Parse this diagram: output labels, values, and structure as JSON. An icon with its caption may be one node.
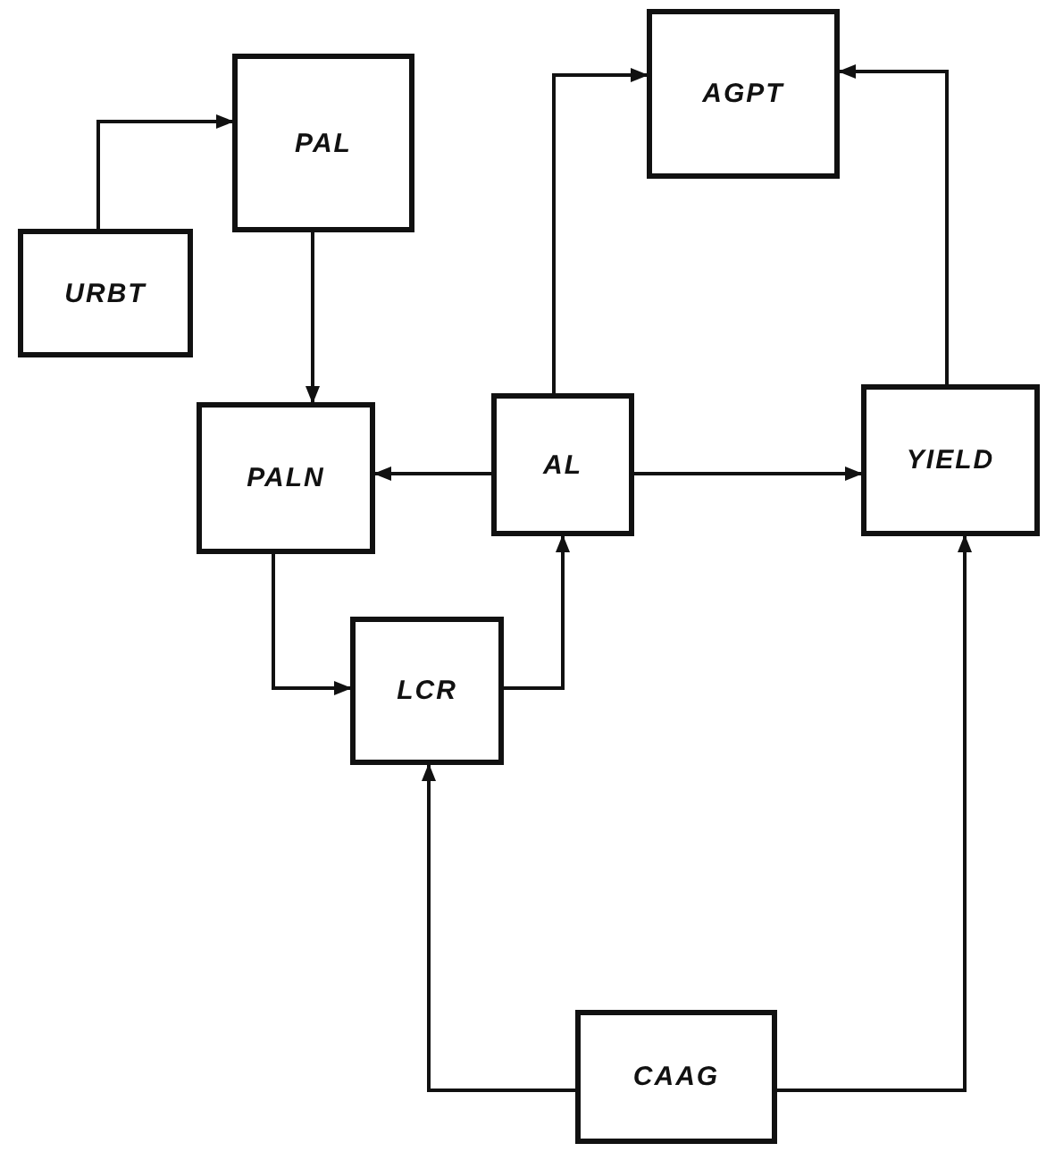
{
  "diagram": {
    "nodes": [
      {
        "text": [
          "AGPT"
        ]
      },
      {
        "text": [
          "PAL"
        ]
      },
      {
        "text": [
          "URBT"
        ]
      },
      {
        "text": [
          "PALN"
        ]
      },
      {
        "text": [
          "AL"
        ]
      },
      {
        "text": [
          "YIELD"
        ]
      },
      {
        "text": [
          "LCR"
        ]
      },
      {
        "text": [
          "CAAG"
        ]
      }
    ],
    "edges": [
      {
        "from": 2,
        "to": 1,
        "arrow": "to"
      },
      {
        "from": 1,
        "to": 3,
        "arrow": "to"
      },
      {
        "from": 4,
        "to": 3,
        "arrow": "to"
      },
      {
        "from": 4,
        "to": 5,
        "arrow": "to"
      },
      {
        "from": 4,
        "to": 0,
        "arrow": "to"
      },
      {
        "from": 5,
        "to": 0,
        "arrow": "to"
      },
      {
        "from": 3,
        "to": 6,
        "arrow": "to"
      },
      {
        "from": 6,
        "to": 4,
        "arrow": "to"
      },
      {
        "from": 7,
        "to": 6,
        "arrow": "to"
      },
      {
        "from": 7,
        "to": 5,
        "arrow": "to"
      }
    ]
  }
}
